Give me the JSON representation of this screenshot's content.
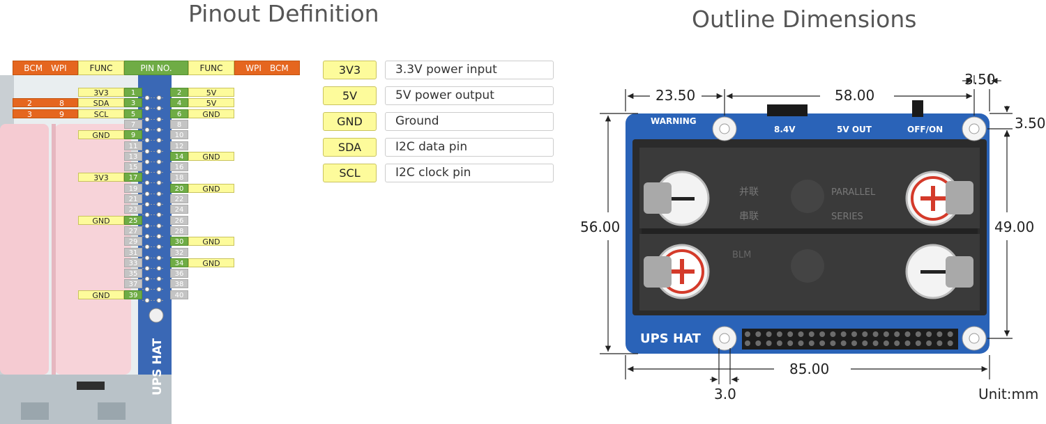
{
  "titles": {
    "pinout": "Pinout Definition",
    "outline": "Outline Dimensions"
  },
  "header": {
    "bcm_left": "BCM",
    "wpi_left": "WPI",
    "func_left": "FUNC",
    "pin_no": "PIN NO.",
    "func_right": "FUNC",
    "wpi_right": "WPI",
    "bcm_right": "BCM"
  },
  "left_pins": [
    {
      "pin": "1",
      "func": "3V3",
      "wpi": "",
      "bcm": "",
      "active": true
    },
    {
      "pin": "3",
      "func": "SDA",
      "wpi": "8",
      "bcm": "2",
      "active": true
    },
    {
      "pin": "5",
      "func": "SCL",
      "wpi": "9",
      "bcm": "3",
      "active": true
    },
    {
      "pin": "7",
      "func": "",
      "wpi": "",
      "bcm": "",
      "active": false
    },
    {
      "pin": "9",
      "func": "GND",
      "wpi": "",
      "bcm": "",
      "active": true
    },
    {
      "pin": "11",
      "func": "",
      "wpi": "",
      "bcm": "",
      "active": false
    },
    {
      "pin": "13",
      "func": "",
      "wpi": "",
      "bcm": "",
      "active": false
    },
    {
      "pin": "15",
      "func": "",
      "wpi": "",
      "bcm": "",
      "active": false
    },
    {
      "pin": "17",
      "func": "3V3",
      "wpi": "",
      "bcm": "",
      "active": true
    },
    {
      "pin": "19",
      "func": "",
      "wpi": "",
      "bcm": "",
      "active": false
    },
    {
      "pin": "21",
      "func": "",
      "wpi": "",
      "bcm": "",
      "active": false
    },
    {
      "pin": "23",
      "func": "",
      "wpi": "",
      "bcm": "",
      "active": false
    },
    {
      "pin": "25",
      "func": "GND",
      "wpi": "",
      "bcm": "",
      "active": true
    },
    {
      "pin": "27",
      "func": "",
      "wpi": "",
      "bcm": "",
      "active": false
    },
    {
      "pin": "29",
      "func": "",
      "wpi": "",
      "bcm": "",
      "active": false
    },
    {
      "pin": "31",
      "func": "",
      "wpi": "",
      "bcm": "",
      "active": false
    },
    {
      "pin": "33",
      "func": "",
      "wpi": "",
      "bcm": "",
      "active": false
    },
    {
      "pin": "35",
      "func": "",
      "wpi": "",
      "bcm": "",
      "active": false
    },
    {
      "pin": "37",
      "func": "",
      "wpi": "",
      "bcm": "",
      "active": false
    },
    {
      "pin": "39",
      "func": "GND",
      "wpi": "",
      "bcm": "",
      "active": true
    }
  ],
  "right_pins": [
    {
      "pin": "2",
      "func": "5V",
      "active": true
    },
    {
      "pin": "4",
      "func": "5V",
      "active": true
    },
    {
      "pin": "6",
      "func": "GND",
      "active": true
    },
    {
      "pin": "8",
      "func": "",
      "active": false
    },
    {
      "pin": "10",
      "func": "",
      "active": false
    },
    {
      "pin": "12",
      "func": "",
      "active": false
    },
    {
      "pin": "14",
      "func": "GND",
      "active": true
    },
    {
      "pin": "16",
      "func": "",
      "active": false
    },
    {
      "pin": "18",
      "func": "",
      "active": false
    },
    {
      "pin": "20",
      "func": "GND",
      "active": true
    },
    {
      "pin": "22",
      "func": "",
      "active": false
    },
    {
      "pin": "24",
      "func": "",
      "active": false
    },
    {
      "pin": "26",
      "func": "",
      "active": false
    },
    {
      "pin": "28",
      "func": "",
      "active": false
    },
    {
      "pin": "30",
      "func": "GND",
      "active": true
    },
    {
      "pin": "32",
      "func": "",
      "active": false
    },
    {
      "pin": "34",
      "func": "GND",
      "active": true
    },
    {
      "pin": "36",
      "func": "",
      "active": false
    },
    {
      "pin": "38",
      "func": "",
      "active": false
    },
    {
      "pin": "40",
      "func": "",
      "active": false
    }
  ],
  "legend": [
    {
      "key": "3V3",
      "desc": "3.3V power input"
    },
    {
      "key": "5V",
      "desc": "5V power output"
    },
    {
      "key": "GND",
      "desc": "Ground"
    },
    {
      "key": "SDA",
      "desc": "I2C data pin"
    },
    {
      "key": "SCL",
      "desc": "I2C clock pin"
    }
  ],
  "board_label_side": "UPS HAT",
  "board": {
    "warning": "WARNING",
    "charge": "8.4V",
    "out": "5V OUT",
    "switch": "OFF/ON",
    "name": "UPS HAT",
    "parallel": "PARALLEL",
    "series": "SERIES",
    "parallel_cn": "并联",
    "series_cn": "串联",
    "mark": "BLM"
  },
  "dimensions": {
    "d1": "23.50",
    "d2": "58.00",
    "d3": "3.50",
    "d4": "3.50",
    "d5": "56.00",
    "d6": "49.00",
    "d7": "85.00",
    "d8": "3.0",
    "unit": "Unit:mm"
  },
  "colors": {
    "green": "#6fac45",
    "yellow": "#fdfb9b",
    "orange": "#e5661f",
    "board_blue": "#2a63b8"
  }
}
